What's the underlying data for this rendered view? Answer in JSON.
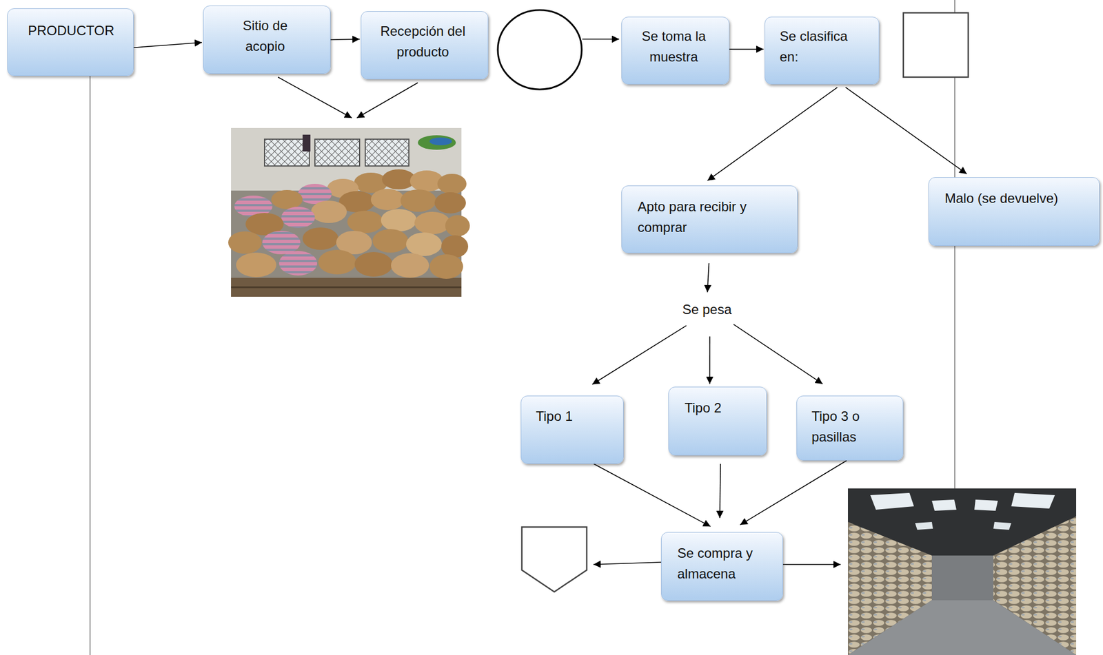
{
  "diagram": {
    "nodes": [
      {
        "text": [
          "PRODUCTOR"
        ]
      },
      {
        "text": [
          "Sitio de acopio"
        ]
      },
      {
        "text": [
          "Recepción del producto"
        ]
      },
      {
        "text": [
          "Se toma la muestra"
        ]
      },
      {
        "text": [
          "Se clasifica en:"
        ]
      },
      {
        "text": [
          "Apto para recibir y comprar"
        ]
      },
      {
        "text": [
          "Malo (se devuelve)"
        ]
      },
      {
        "text": [
          "Se pesa"
        ]
      },
      {
        "text": [
          "Tipo 1"
        ]
      },
      {
        "text": [
          "Tipo 2"
        ]
      },
      {
        "text": [
          "Tipo 3 o pasillas"
        ]
      },
      {
        "text": [
          "Se compra y almacena"
        ]
      }
    ],
    "edges": [
      {
        "from": 0,
        "to": 1,
        "arrow": "to"
      },
      {
        "from": 1,
        "to": 2,
        "arrow": "to"
      },
      {
        "from": 3,
        "to": 4,
        "arrow": "to"
      },
      {
        "from": 4,
        "to": 5,
        "arrow": "to"
      },
      {
        "from": 4,
        "to": 6,
        "arrow": "to"
      },
      {
        "from": 5,
        "to": 7,
        "arrow": "to"
      },
      {
        "from": 7,
        "to": 8,
        "arrow": "to"
      },
      {
        "from": 7,
        "to": 9,
        "arrow": "to"
      },
      {
        "from": 7,
        "to": 10,
        "arrow": "to"
      },
      {
        "from": 8,
        "to": 11,
        "arrow": "to"
      },
      {
        "from": 9,
        "to": 11,
        "arrow": "to"
      },
      {
        "from": 10,
        "to": 11,
        "arrow": "to"
      }
    ]
  }
}
